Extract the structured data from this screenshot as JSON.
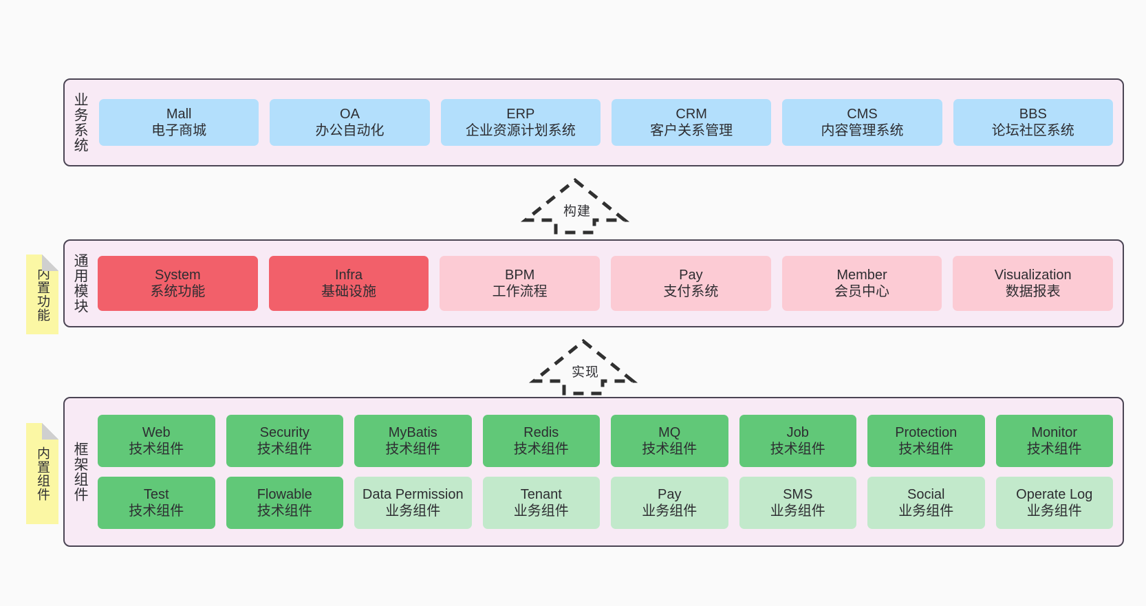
{
  "diagram": {
    "background": "#fafafa",
    "layers": [
      {
        "id": "business",
        "title": "业务系统",
        "panel_color": "#f8eaf5",
        "rows": [
          {
            "cells": [
              {
                "en": "Mall",
                "cn": "电子商城",
                "color": "#b3dffc",
                "style": "c-blue"
              },
              {
                "en": "OA",
                "cn": "办公自动化",
                "color": "#b3dffc",
                "style": "c-blue"
              },
              {
                "en": "ERP",
                "cn": "企业资源计划系统",
                "color": "#b3dffc",
                "style": "c-blue"
              },
              {
                "en": "CRM",
                "cn": "客户关系管理",
                "color": "#b3dffc",
                "style": "c-blue"
              },
              {
                "en": "CMS",
                "cn": "内容管理系统",
                "color": "#b3dffc",
                "style": "c-blue"
              },
              {
                "en": "BBS",
                "cn": "论坛社区系统",
                "color": "#b3dffc",
                "style": "c-blue"
              }
            ]
          }
        ]
      },
      {
        "id": "modules",
        "title": "通用模块",
        "panel_color": "#f8eaf5",
        "note": "内置功能",
        "rows": [
          {
            "cells": [
              {
                "en": "System",
                "cn": "系统功能",
                "color": "#f2606a",
                "style": "c-red"
              },
              {
                "en": "Infra",
                "cn": "基础设施",
                "color": "#f2606a",
                "style": "c-red"
              },
              {
                "en": "BPM",
                "cn": "工作流程",
                "color": "#fccbd4",
                "style": "c-pink"
              },
              {
                "en": "Pay",
                "cn": "支付系统",
                "color": "#fccbd4",
                "style": "c-pink"
              },
              {
                "en": "Member",
                "cn": "会员中心",
                "color": "#fccbd4",
                "style": "c-pink"
              },
              {
                "en": "Visualization",
                "cn": "数据报表",
                "color": "#fccbd4",
                "style": "c-pink"
              }
            ]
          }
        ]
      },
      {
        "id": "framework",
        "title": "框架组件",
        "panel_color": "#f8eaf5",
        "note": "内置组件",
        "rows": [
          {
            "cells": [
              {
                "en": "Web",
                "cn": "技术组件",
                "color": "#61c878",
                "style": "c-green"
              },
              {
                "en": "Security",
                "cn": "技术组件",
                "color": "#61c878",
                "style": "c-green"
              },
              {
                "en": "MyBatis",
                "cn": "技术组件",
                "color": "#61c878",
                "style": "c-green"
              },
              {
                "en": "Redis",
                "cn": "技术组件",
                "color": "#61c878",
                "style": "c-green"
              },
              {
                "en": "MQ",
                "cn": "技术组件",
                "color": "#61c878",
                "style": "c-green"
              },
              {
                "en": "Job",
                "cn": "技术组件",
                "color": "#61c878",
                "style": "c-green"
              },
              {
                "en": "Protection",
                "cn": "技术组件",
                "color": "#61c878",
                "style": "c-green"
              },
              {
                "en": "Monitor",
                "cn": "技术组件",
                "color": "#61c878",
                "style": "c-green"
              }
            ]
          },
          {
            "cells": [
              {
                "en": "Test",
                "cn": "技术组件",
                "color": "#61c878",
                "style": "c-green"
              },
              {
                "en": "Flowable",
                "cn": "技术组件",
                "color": "#61c878",
                "style": "c-green"
              },
              {
                "en": "Data Permission",
                "cn": "业务组件",
                "color": "#c2e9cb",
                "style": "c-lgreen wrap"
              },
              {
                "en": "Tenant",
                "cn": "业务组件",
                "color": "#c2e9cb",
                "style": "c-lgreen"
              },
              {
                "en": "Pay",
                "cn": "业务组件",
                "color": "#c2e9cb",
                "style": "c-lgreen"
              },
              {
                "en": "SMS",
                "cn": "业务组件",
                "color": "#c2e9cb",
                "style": "c-lgreen"
              },
              {
                "en": "Social",
                "cn": "业务组件",
                "color": "#c2e9cb",
                "style": "c-lgreen"
              },
              {
                "en": "Operate Log",
                "cn": "业务组件",
                "color": "#c2e9cb",
                "style": "c-lgreen"
              }
            ]
          }
        ]
      }
    ],
    "arrows": [
      {
        "id": "build",
        "label": "构建",
        "direction": "up",
        "style": "dashed-outline"
      },
      {
        "id": "impl",
        "label": "实现",
        "direction": "up",
        "style": "dashed-outline"
      }
    ]
  }
}
